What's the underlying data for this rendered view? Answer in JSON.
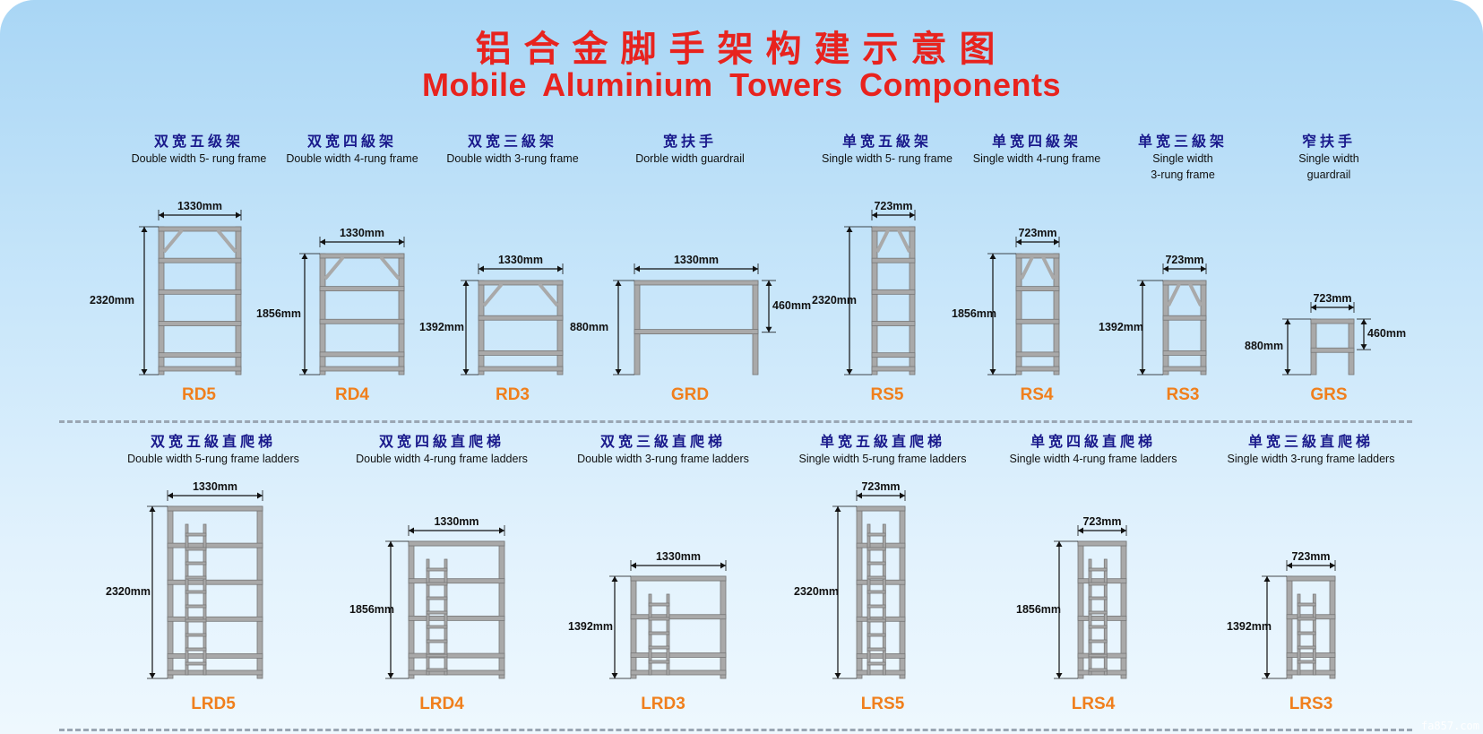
{
  "title_cn": "铝合金脚手架构建示意图",
  "title_en": "Mobile Aluminium Towers Components",
  "watermark": "fa857.com",
  "colors": {
    "title": "#e8231e",
    "caption_cn": "#1a1a8c",
    "code": "#f07f1c",
    "frame": "#a9a9a9",
    "frame_edge": "#777777"
  },
  "top_row": [
    {
      "code": "RD5",
      "cn": "双宽五级架",
      "en": [
        "Double width 5- rung frame"
      ],
      "width": "1330mm",
      "height": "2320mm",
      "rungs": 5,
      "kind": "frame"
    },
    {
      "code": "RD4",
      "cn": "双宽四級架",
      "en": [
        "Double width 4-rung frame"
      ],
      "width": "1330mm",
      "height": "1856mm",
      "rungs": 4,
      "kind": "frame"
    },
    {
      "code": "RD3",
      "cn": "双宽三級架",
      "en": [
        "Double width 3-rung frame"
      ],
      "width": "1330mm",
      "height": "1392mm",
      "rungs": 3,
      "kind": "frame"
    },
    {
      "code": "GRD",
      "cn": "宽扶手",
      "en": [
        "Dorble width guardrail"
      ],
      "width": "1330mm",
      "height": "880mm",
      "inner": "460mm",
      "rungs": 2,
      "kind": "guardrail"
    },
    {
      "code": "RS5",
      "cn": "单宽五級架",
      "en": [
        "Single width 5- rung frame"
      ],
      "width": "723mm",
      "height": "2320mm",
      "rungs": 5,
      "kind": "frame"
    },
    {
      "code": "RS4",
      "cn": "单宽四級架",
      "en": [
        "Single width 4-rung frame"
      ],
      "width": "723mm",
      "height": "1856mm",
      "rungs": 4,
      "kind": "frame"
    },
    {
      "code": "RS3",
      "cn": "单宽三級架",
      "en": [
        "Single width",
        "3-rung frame"
      ],
      "width": "723mm",
      "height": "1392mm",
      "rungs": 3,
      "kind": "frame"
    },
    {
      "code": "GRS",
      "cn": "窄扶手",
      "en": [
        "Single width",
        "guardrail"
      ],
      "width": "723mm",
      "height": "880mm",
      "inner": "460mm",
      "rungs": 2,
      "kind": "guardrail"
    }
  ],
  "bottom_row": [
    {
      "code": "LRD5",
      "cn": "双宽五級直爬梯",
      "en": [
        "Double width 5-rung frame  ladders"
      ],
      "width": "1330mm",
      "height": "2320mm",
      "rungs": 5
    },
    {
      "code": "LRD4",
      "cn": "双宽四級直爬梯",
      "en": [
        "Double width 4-rung  frame  ladders"
      ],
      "width": "1330mm",
      "height": "1856mm",
      "rungs": 4
    },
    {
      "code": "LRD3",
      "cn": "双宽三級直爬梯",
      "en": [
        "Double  width  3-rung  frame  ladders"
      ],
      "width": "1330mm",
      "height": "1392mm",
      "rungs": 3
    },
    {
      "code": "LRS5",
      "cn": "单宽五級直爬梯",
      "en": [
        "Single width 5-rung  frame  ladders"
      ],
      "width": "723mm",
      "height": "2320mm",
      "rungs": 5
    },
    {
      "code": "LRS4",
      "cn": "单宽四級直爬梯",
      "en": [
        "Single  width 4-rung  frame  ladders"
      ],
      "width": "723mm",
      "height": "1856mm",
      "rungs": 4
    },
    {
      "code": "LRS3",
      "cn": "单宽三級直爬梯",
      "en": [
        "Single width 3-rung  frame  ladders"
      ],
      "width": "723mm",
      "height": "1392mm",
      "rungs": 3
    }
  ]
}
